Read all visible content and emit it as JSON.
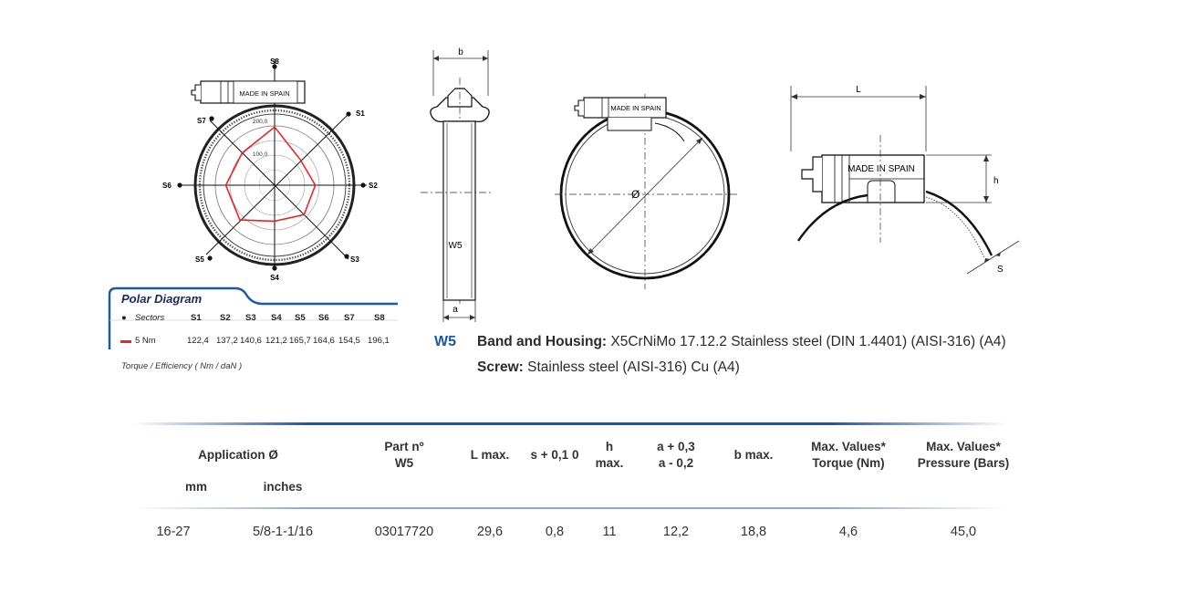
{
  "polar": {
    "sector_labels": [
      "S8",
      "S1",
      "S2",
      "S3",
      "S4",
      "S5",
      "S6",
      "S7"
    ],
    "ring_labels": [
      "200,0",
      "100,0"
    ],
    "housing_text": "MADE IN SPAIN"
  },
  "legend": {
    "title": "Polar Diagram",
    "sectors_label": "Sectors",
    "sector_headers": [
      "S1",
      "S2",
      "S3",
      "S4",
      "S5",
      "S6",
      "S7",
      "S8"
    ],
    "series_label": "5 Nm",
    "values": [
      "122,4",
      "137,2",
      "140,6",
      "121,2",
      "165,7",
      "164,6",
      "154,5",
      "196,1"
    ],
    "caption": "Torque / Efficiency ( Nm / daN )",
    "series_color": "#e8262a"
  },
  "drawings": {
    "b": "b",
    "a": "a",
    "w5": "W5",
    "diameter": "Ø",
    "L": "L",
    "h": "h",
    "S": "S",
    "housing_text": "MADE IN SPAIN"
  },
  "material": {
    "code": "W5",
    "band_label": "Band and Housing:",
    "band_value": " X5CrNiMo 17.12.2 Stainless steel (DIN 1.4401) (AISI-316) (A4)",
    "screw_label": "Screw:",
    "screw_value": " Stainless steel (AISI-316) Cu  (A4)"
  },
  "table": {
    "headers": {
      "application": "Application Ø",
      "mm": "mm",
      "inches": "inches",
      "part_1": "Part nº",
      "part_2": "W5",
      "lmax": "L max.",
      "s": "s + 0,1 0",
      "h_1": "h",
      "h_2": "max.",
      "a_1": "a + 0,3",
      "a_2": "a - 0,2",
      "bmax": "b max.",
      "torque_1": "Max. Values*",
      "torque_2": "Torque (Nm)",
      "pressure_1": "Max. Values*",
      "pressure_2": "Pressure (Bars)"
    },
    "rows": [
      {
        "mm": "16-27",
        "inches": "5/8-1-1/16",
        "part": "03017720",
        "lmax": "29,6",
        "s": "0,8",
        "h": "11",
        "a": "12,2",
        "bmax": "18,8",
        "torque": "4,6",
        "pressure": "45,0"
      }
    ],
    "accent": "#1c58a8"
  }
}
